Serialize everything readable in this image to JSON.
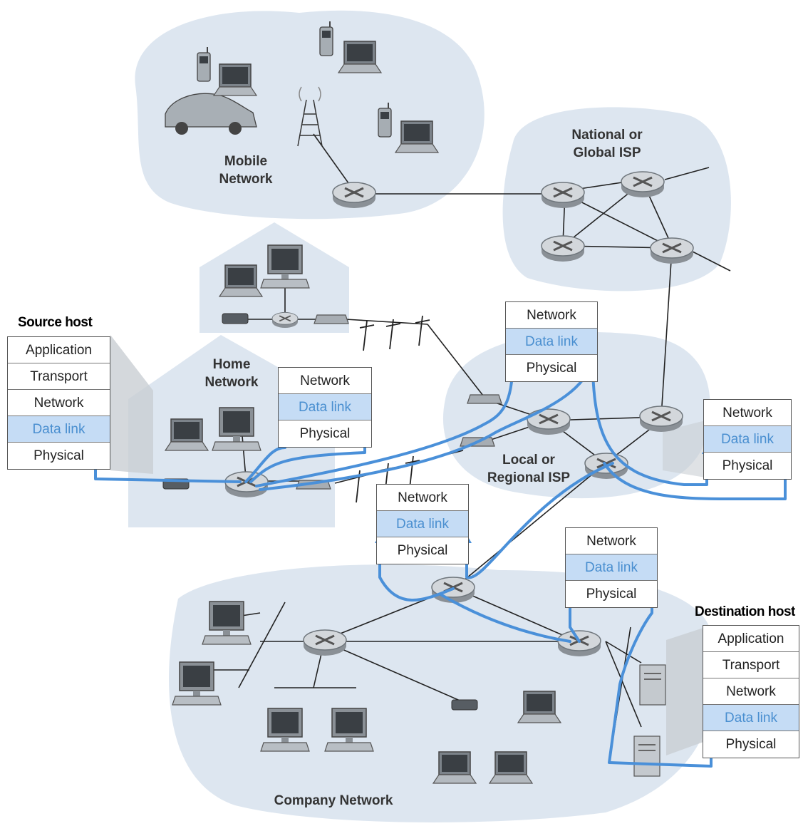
{
  "regions": {
    "mobile": "Mobile\nNetwork",
    "isp_global": "National or\nGlobal ISP",
    "home": "Home\nNetwork",
    "isp_local": "Local or\nRegional ISP",
    "company": "Company Network"
  },
  "hosts": {
    "source": "Source host",
    "destination": "Destination host"
  },
  "stacks": {
    "source": [
      "Application",
      "Transport",
      "Network",
      "Data link",
      "Physical"
    ],
    "home_router": [
      "Network",
      "Data link",
      "Physical"
    ],
    "isp_top_router": [
      "Network",
      "Data link",
      "Physical"
    ],
    "isp_right_router": [
      "Network",
      "Data link",
      "Physical"
    ],
    "mid_router": [
      "Network",
      "Data link",
      "Physical"
    ],
    "company_router": [
      "Network",
      "Data link",
      "Physical"
    ],
    "destination": [
      "Application",
      "Transport",
      "Network",
      "Data link",
      "Physical"
    ]
  },
  "colors": {
    "cloud": "#dde6f0",
    "path": "#4a90d9",
    "datalink_bg": "#c5dcf5",
    "datalink_text": "#4a8fd0"
  }
}
